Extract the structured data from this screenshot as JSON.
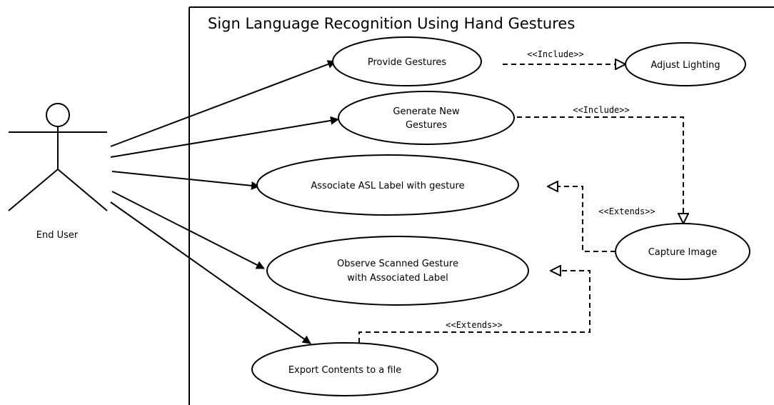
{
  "system": {
    "title": "Sign Language Recognition Using Hand Gestures"
  },
  "actor": {
    "label": "End User"
  },
  "use_cases": {
    "provide_gestures": "Provide Gestures",
    "adjust_lighting": "Adjust Lighting",
    "generate_new_gestures": [
      "Generate New",
      "Gestures"
    ],
    "associate_asl_label": "Associate ASL Label with gesture",
    "observe_scanned_gesture": [
      "Observe Scanned Gesture",
      "with Associated Label"
    ],
    "capture_image": "Capture Image",
    "export_contents": "Export Contents to a file"
  },
  "relations": {
    "include_1": "<<Include>>",
    "include_2": "<<Include>>",
    "extends_1": "<<Extends>>",
    "extends_2": "<<Extends>>"
  }
}
